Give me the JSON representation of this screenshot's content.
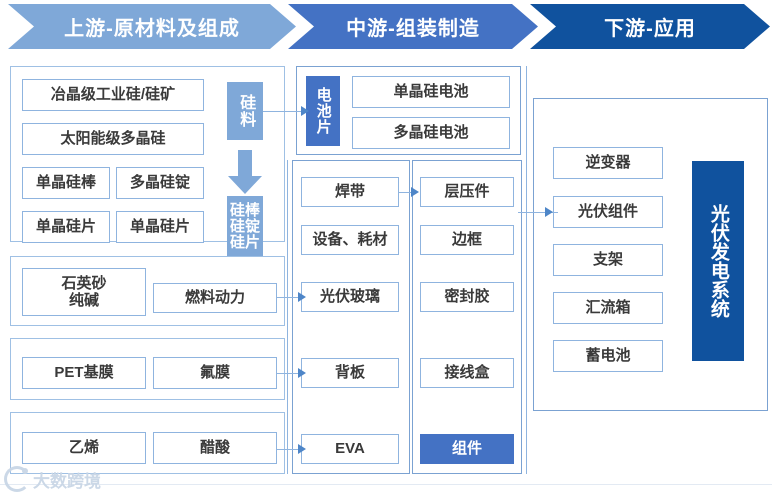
{
  "header": {
    "banners": [
      {
        "label": "上游-原材料及组成",
        "color": "#7FA8D8"
      },
      {
        "label": "中游-组装制造",
        "color": "#4472C4"
      },
      {
        "label": "下游-应用",
        "color": "#10529E"
      }
    ]
  },
  "upstream": {
    "silicon_group": {
      "items": [
        "冶晶级工业硅/硅矿",
        "太阳能级多晶硅",
        "单晶硅棒",
        "多晶硅锭",
        "单晶硅片",
        "单晶硅片"
      ]
    },
    "stage_labels": {
      "feedstock": "硅料",
      "ingot_wafer": "硅棒\n硅锭\n硅片"
    },
    "glass_group": {
      "items": [
        "石英砂\n纯碱",
        "燃料动力"
      ]
    },
    "film_group": {
      "items": [
        "PET基膜",
        "氟膜"
      ]
    },
    "eva_group": {
      "items": [
        "乙烯",
        "醋酸"
      ]
    }
  },
  "midstream": {
    "cell_group": {
      "stage": "电池片",
      "items": [
        "单晶硅电池",
        "多晶硅电池"
      ]
    },
    "component_group": {
      "left_items": [
        "焊带",
        "设备、耗材",
        "光伏玻璃",
        "背板",
        "EVA"
      ],
      "right_items": [
        "层压件",
        "边框",
        "密封胶",
        "接线盒",
        "组件"
      ]
    }
  },
  "downstream": {
    "items": [
      "逆变器",
      "光伏组件",
      "支架",
      "汇流箱",
      "蓄电池"
    ],
    "system_label": "光伏发电系统"
  },
  "watermark": {
    "text": "大数跨境"
  }
}
